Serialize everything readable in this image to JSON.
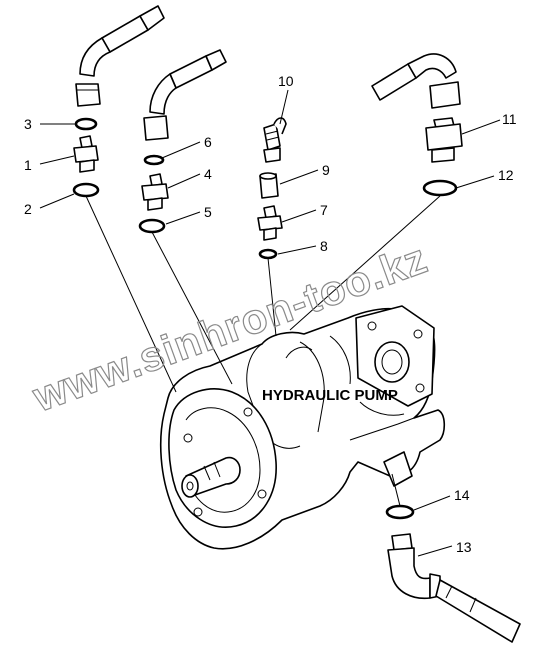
{
  "diagram": {
    "title": "HYDRAULIC PUMP",
    "watermark": "www.sinhron-too.kz",
    "callouts": [
      "1",
      "2",
      "3",
      "4",
      "5",
      "6",
      "7",
      "8",
      "9",
      "10",
      "11",
      "12",
      "13",
      "14"
    ]
  }
}
